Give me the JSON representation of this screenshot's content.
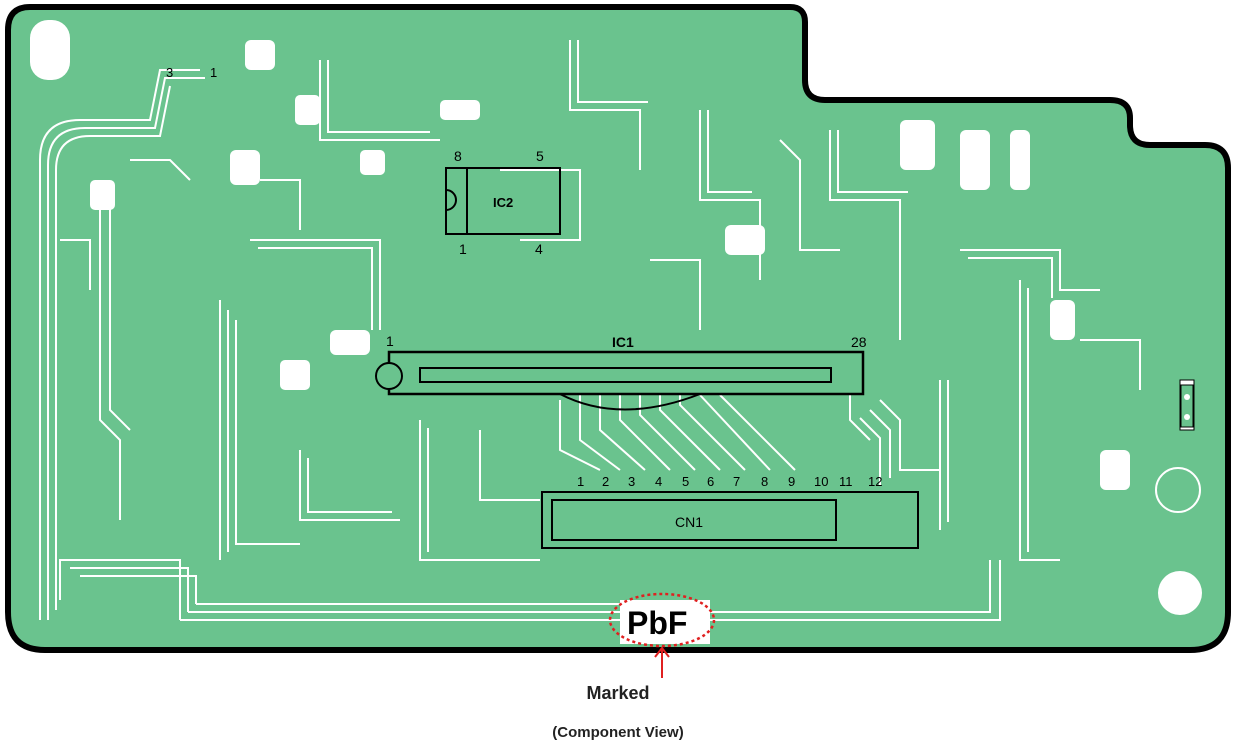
{
  "colors": {
    "board": "#6ac38e",
    "outline": "#000000",
    "trace": "#ffffff",
    "marker": "#e02020"
  },
  "ic2": {
    "name": "IC2",
    "pin_top_left": "8",
    "pin_top_right": "5",
    "pin_bottom_left": "1",
    "pin_bottom_right": "4"
  },
  "ic1": {
    "name": "IC1",
    "pin_first": "1",
    "pin_last": "28"
  },
  "cn1": {
    "name": "CN1",
    "pins": [
      "1",
      "2",
      "3",
      "4",
      "5",
      "6",
      "7",
      "8",
      "9",
      "10",
      "11",
      "12"
    ]
  },
  "jumper": {
    "pin_a": "3",
    "pin_b": "1"
  },
  "pbf_mark": "PbF",
  "marked_label": "Marked",
  "view_label": "(Component View)"
}
